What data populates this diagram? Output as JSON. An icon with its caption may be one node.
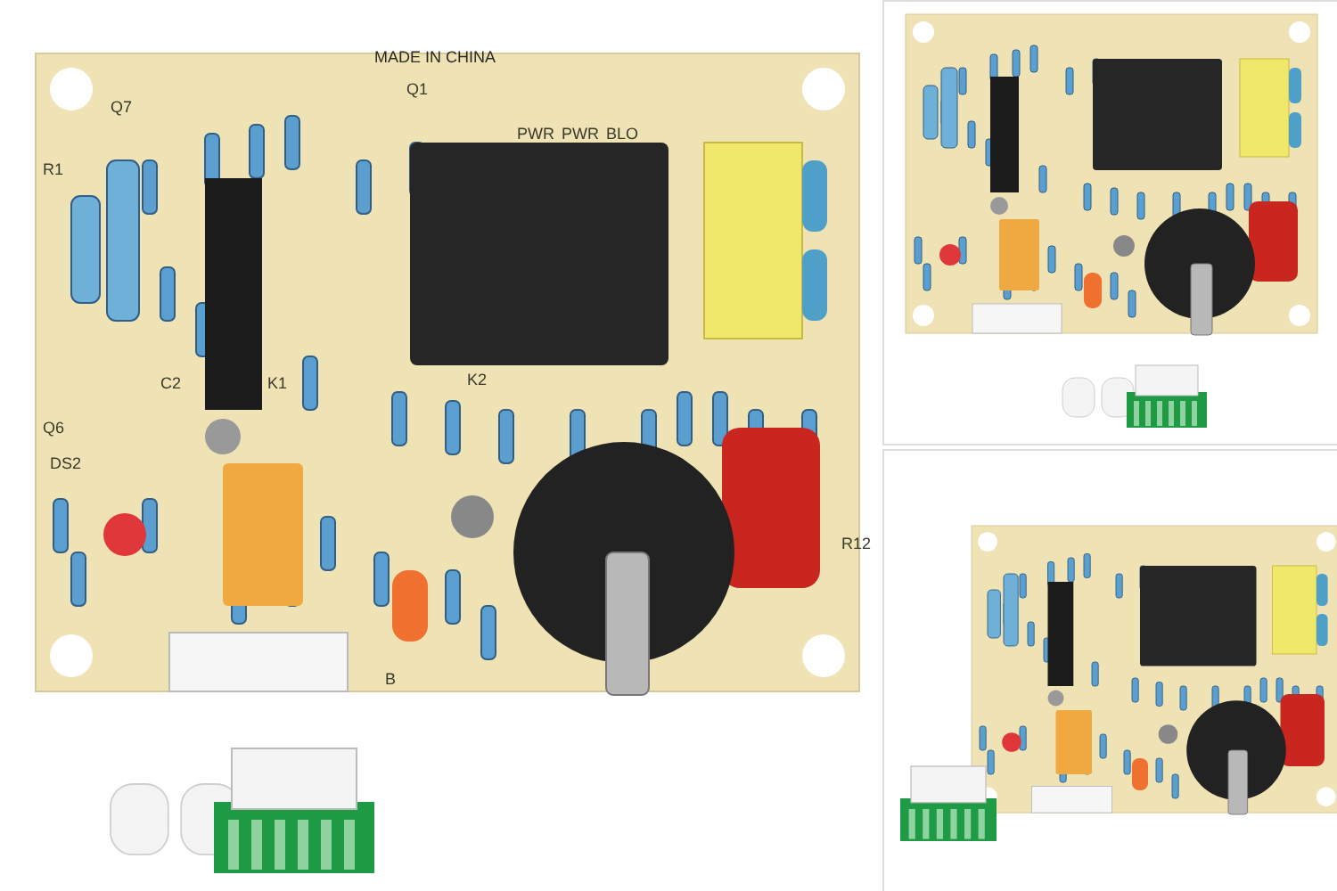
{
  "diagram": {
    "labels": [
      "MADE IN CHINA",
      "Q7",
      "Q1",
      "PWR",
      "PWR",
      "BLO",
      "R1",
      "K2",
      "Q6",
      "C2",
      "K1",
      "DS2",
      "R12",
      "B"
    ]
  }
}
